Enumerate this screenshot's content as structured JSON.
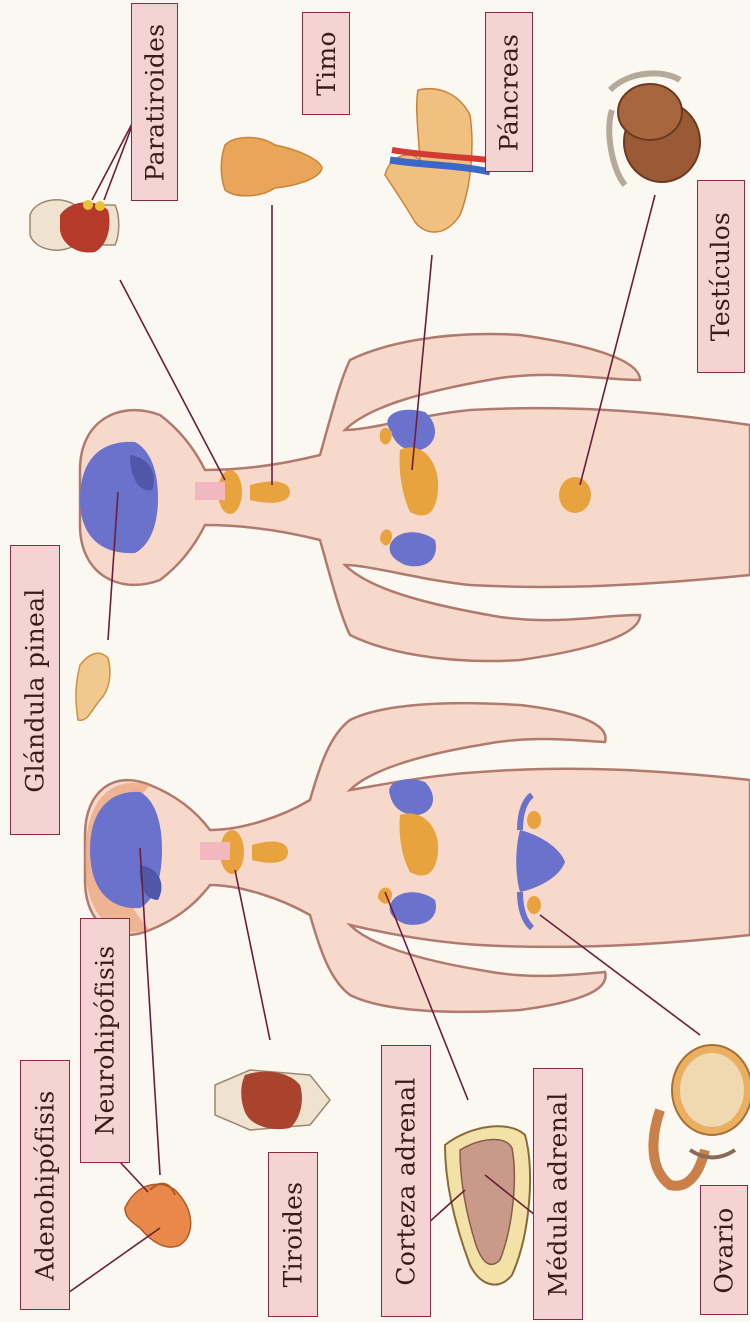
{
  "labels": {
    "paratiroides": "Paratiroides",
    "timo": "Timo",
    "pancreas": "Páncreas",
    "testiculos": "Testículos",
    "glandula_pineal": "Glándula pineal",
    "adenohipofisis": "Adenohipófisis",
    "neurohipofisis": "Neurohipófisis",
    "tiroides": "Tiroides",
    "corteza_adrenal": "Corteza adrenal",
    "medula_adrenal": "Médula adrenal",
    "ovario": "Ovario"
  },
  "colors": {
    "label_fill": "#f6d3d3",
    "label_border": "#8a2a44",
    "leader_line": "#6b1f3a",
    "skin": "#f7d9cc",
    "body_outline": "#b07a6e",
    "brain": "#6a72cc",
    "gland_orange": "#e8a33e",
    "kidney": "#6a72cc"
  }
}
